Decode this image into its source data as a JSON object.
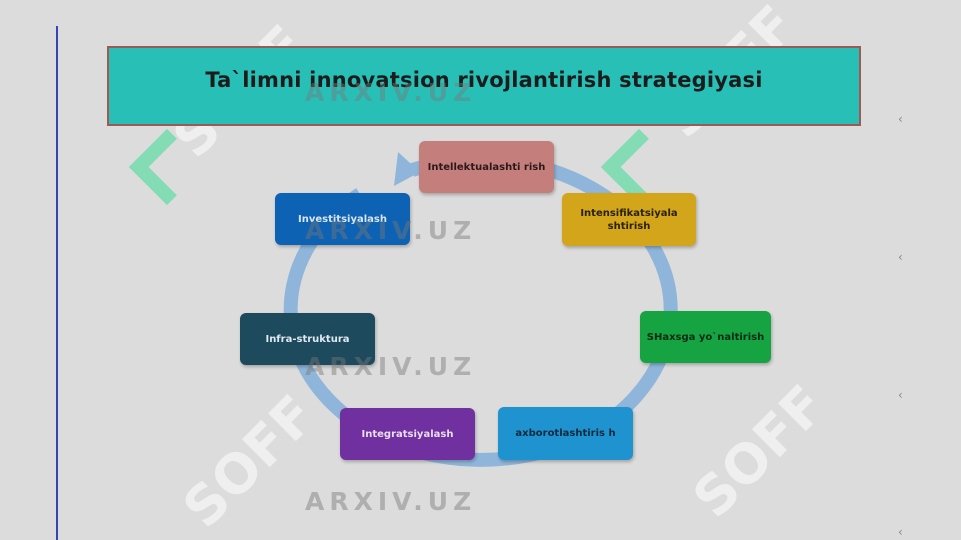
{
  "title": "Ta`limni innovatsion rivojlantirish strategiyasi",
  "cycle_nodes": [
    {
      "label": "Intellektualashti rish",
      "color": "#c47e7c"
    },
    {
      "label": "Intensifikatsiyala shtirish",
      "color": "#d2a51b"
    },
    {
      "label": "SHaxsga yo`naltirish",
      "color": "#16a341"
    },
    {
      "label": "axborotlashtiris h",
      "color": "#1f93d0"
    },
    {
      "label": "Integratsiyalash",
      "color": "#7030a0"
    },
    {
      "label": "Infra-struktura",
      "color": "#1e4a5e"
    },
    {
      "label": "Investitsiyalash",
      "color": "#0d62b3"
    }
  ],
  "ring_color": "#8fb6da",
  "banner_color": "#28bfb6",
  "watermarks": {
    "arxiv": "ARXIV.UZ",
    "soff": "SOFF"
  },
  "side_marks": [
    "‹",
    "‹",
    "‹",
    "‹"
  ]
}
